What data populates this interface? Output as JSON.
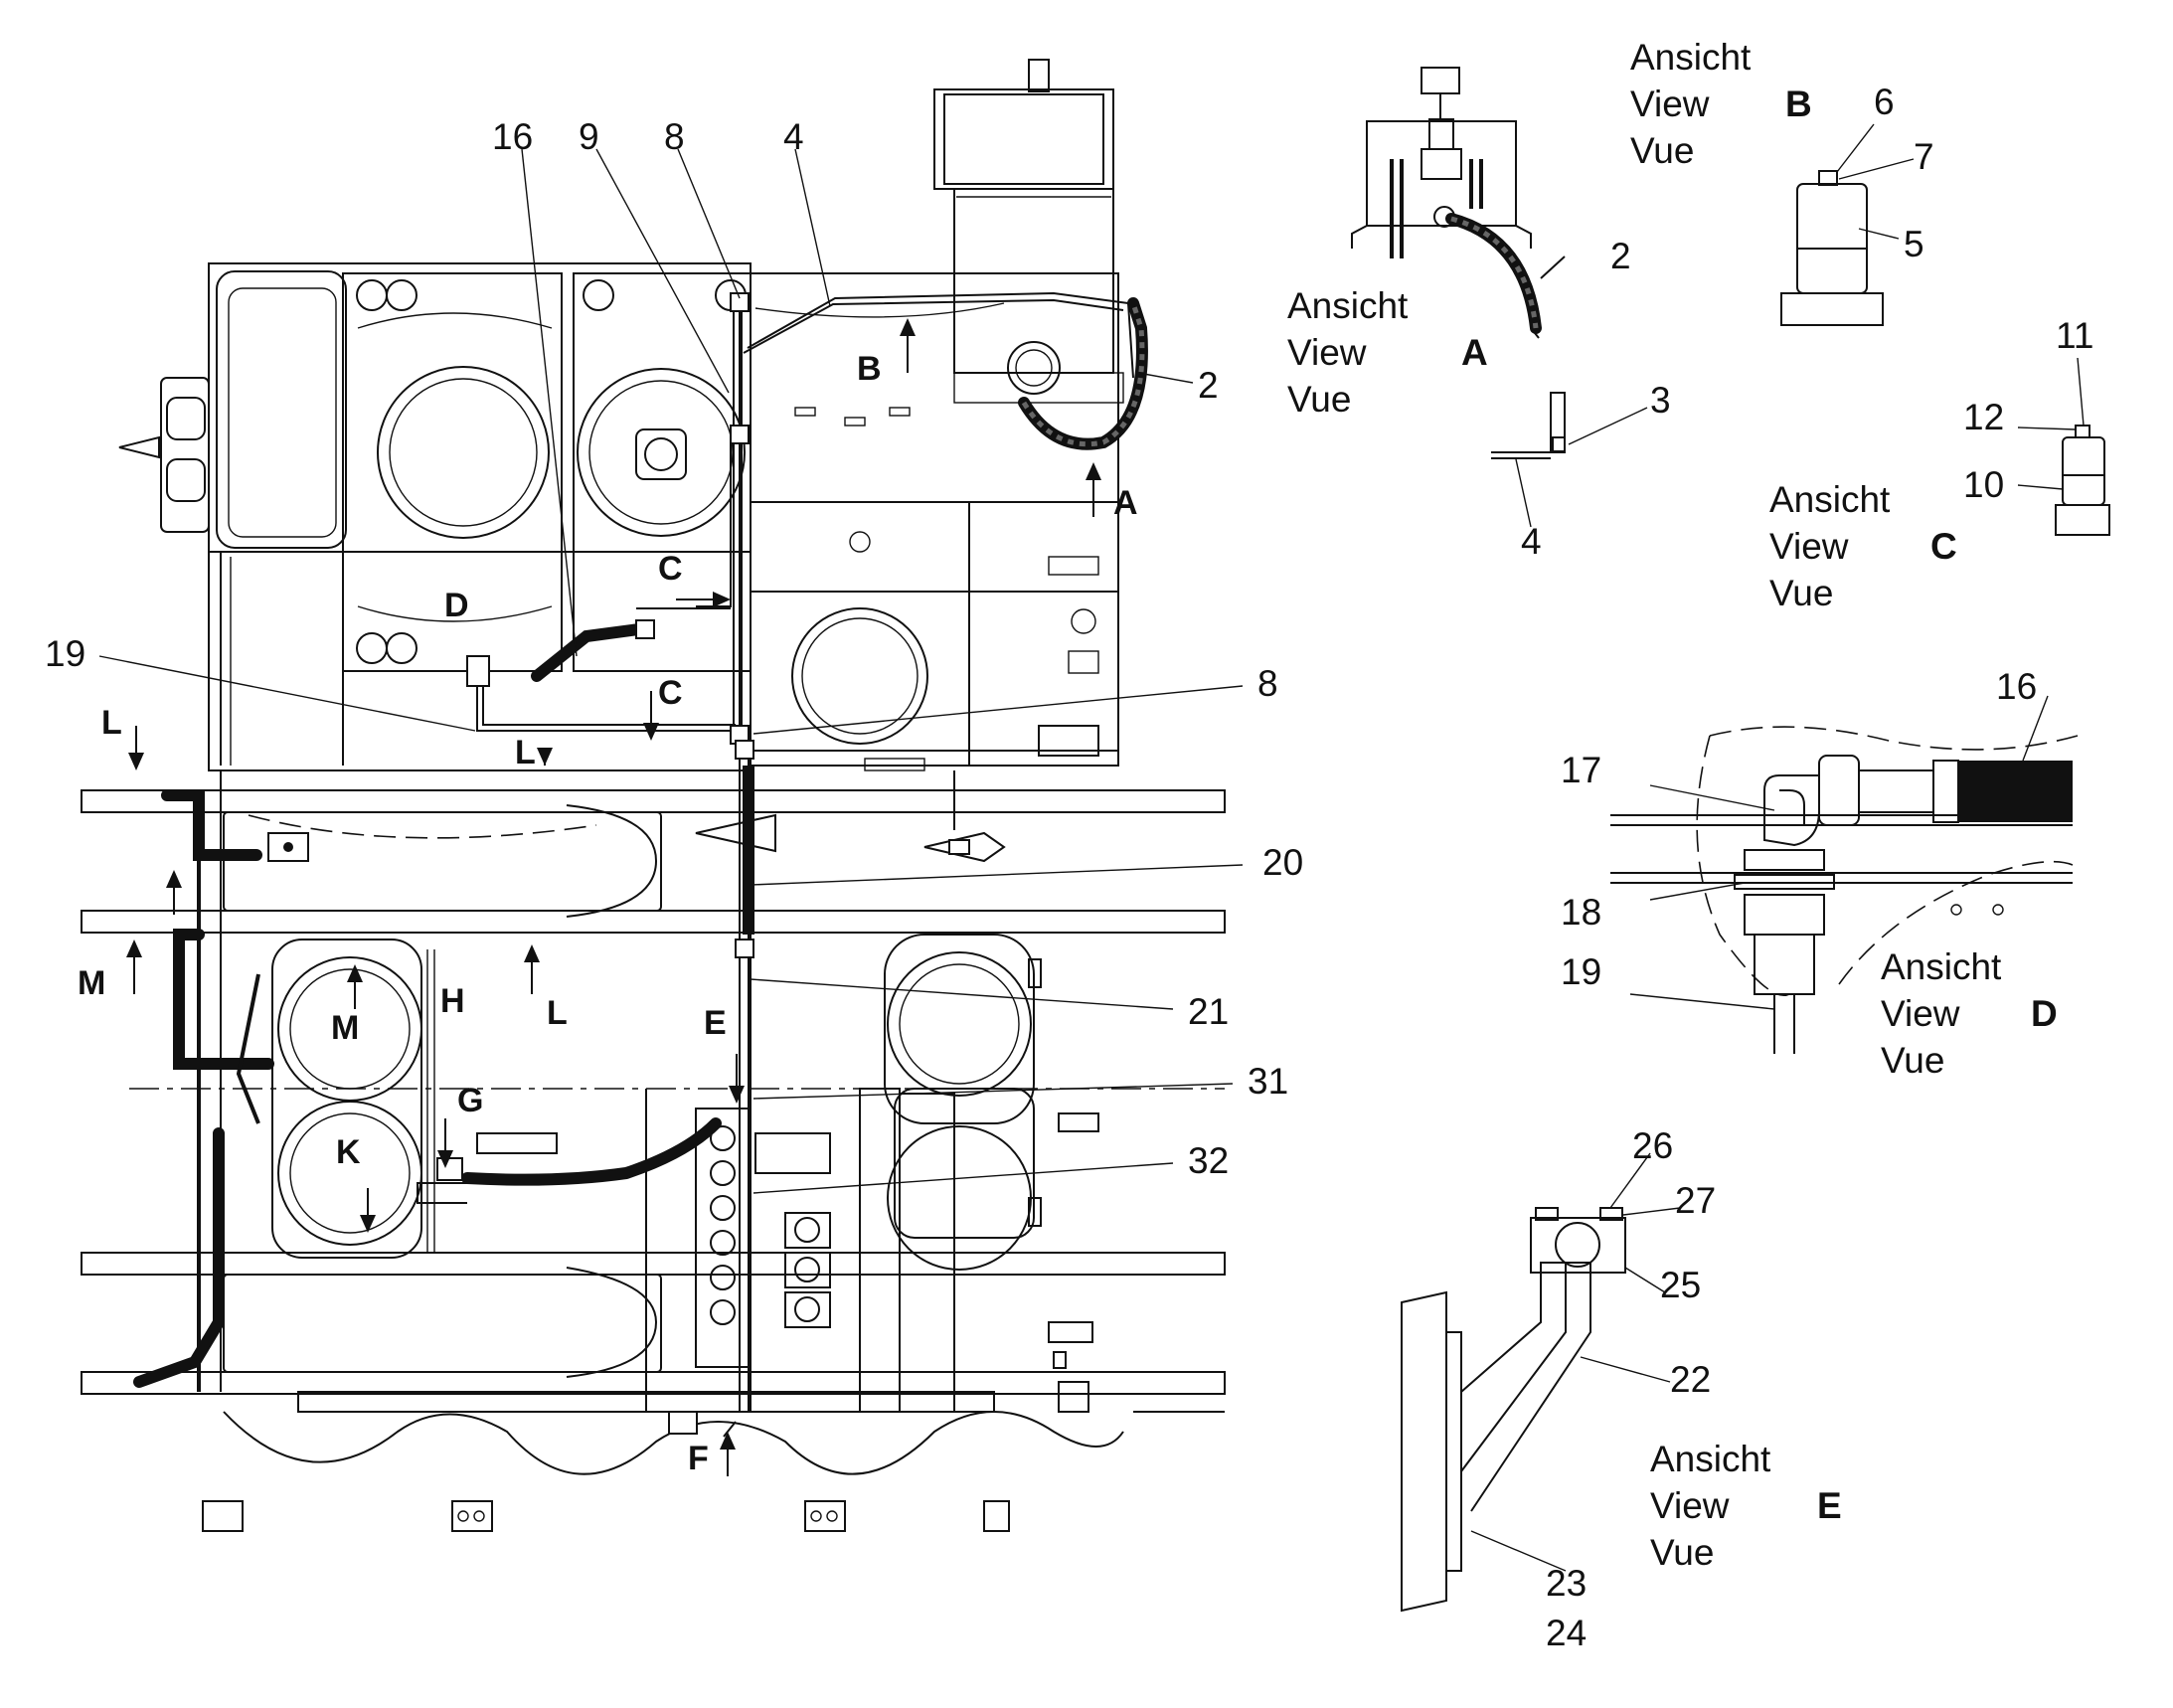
{
  "callouts": {
    "n16_top": "16",
    "n9": "9",
    "n8_top": "8",
    "n4_top": "4",
    "n2_main": "2",
    "n19": "19",
    "n8_mid": "8",
    "n20": "20",
    "n21": "21",
    "n31": "31",
    "n32": "32"
  },
  "markers": {
    "B": "B",
    "A": "A",
    "C_upper": "C",
    "D": "D",
    "C_lower": "C",
    "L_left": "L",
    "L_mid": "L",
    "L_low": "L",
    "M_left": "M",
    "M_wheel": "M",
    "H": "H",
    "G": "G",
    "K": "K",
    "E": "E",
    "F": "F"
  },
  "view_text": {
    "line1": "Ansicht",
    "line2": "View",
    "line3": "Vue"
  },
  "views": {
    "A": {
      "letter": "A",
      "parts": [
        "2",
        "3",
        "4"
      ]
    },
    "B": {
      "letter": "B",
      "parts": [
        "6",
        "7",
        "5"
      ]
    },
    "C": {
      "letter": "C",
      "parts": [
        "11",
        "12",
        "10"
      ]
    },
    "D": {
      "letter": "D",
      "parts": [
        "16",
        "17",
        "18",
        "19"
      ]
    },
    "E": {
      "letter": "E",
      "parts": [
        "26",
        "27",
        "25",
        "22",
        "23",
        "24"
      ]
    }
  }
}
